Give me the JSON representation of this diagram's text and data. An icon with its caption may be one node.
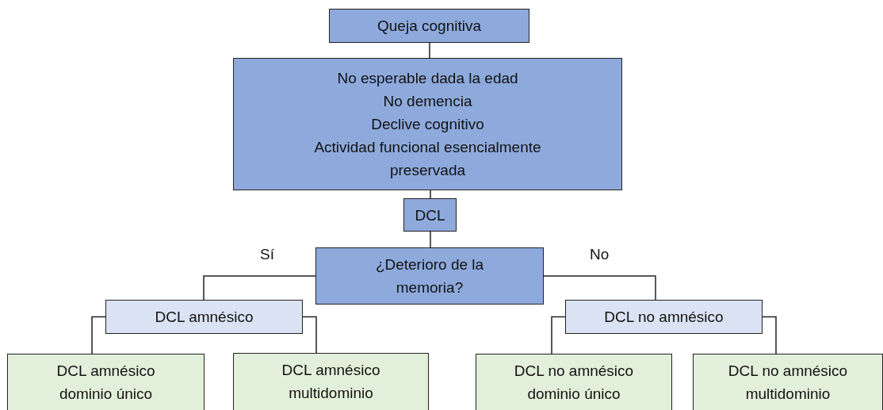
{
  "diagram": {
    "nodes": [
      {
        "text": [
          "Queja cognitiva"
        ]
      },
      {
        "text": [
          "No esperable dada la edad",
          "No demencia",
          "Declive cognitivo",
          "Actividad funcional esencialmente preservada"
        ]
      },
      {
        "text": [
          "DCL"
        ]
      },
      {
        "text": [
          "¿Deterioro de la memoria?"
        ]
      },
      {
        "text": [
          "DCL amnésico"
        ]
      },
      {
        "text": [
          "DCL no amnésico"
        ]
      },
      {
        "text": [
          "DCL amnésico dominio único"
        ]
      },
      {
        "text": [
          "DCL amnésico multidominio"
        ]
      },
      {
        "text": [
          "DCL no amnésico dominio único"
        ]
      },
      {
        "text": [
          "DCL no amnésico multidominio"
        ]
      }
    ],
    "edges": [
      {
        "from": 0,
        "to": 1,
        "arrow": "none"
      },
      {
        "from": 1,
        "to": 2,
        "arrow": "none"
      },
      {
        "from": 2,
        "to": 3,
        "arrow": "none"
      },
      {
        "from": 3,
        "to": 4,
        "arrow": "none",
        "label": "Sí"
      },
      {
        "from": 3,
        "to": 5,
        "arrow": "none",
        "label": "No"
      },
      {
        "from": 4,
        "to": 6,
        "arrow": "none"
      },
      {
        "from": 4,
        "to": 7,
        "arrow": "none"
      },
      {
        "from": 5,
        "to": 8,
        "arrow": "none"
      },
      {
        "from": 5,
        "to": 9,
        "arrow": "none"
      }
    ]
  }
}
